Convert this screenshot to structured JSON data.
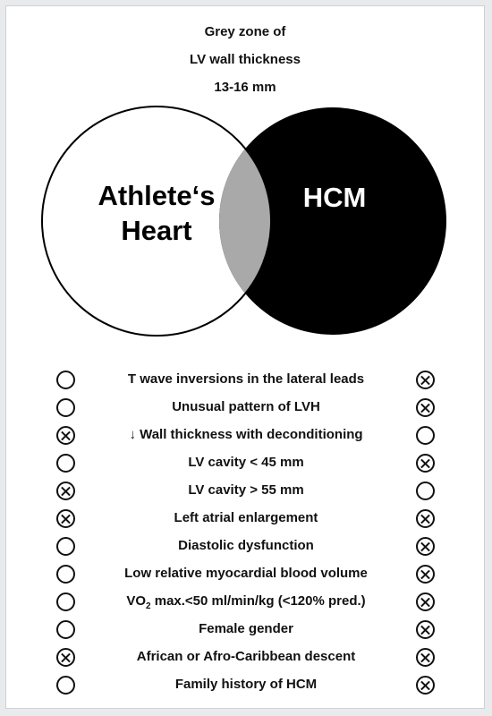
{
  "heading": {
    "line1": "Grey zone of",
    "line2": "LV wall thickness",
    "line3": "13-16 mm"
  },
  "venn": {
    "left_label_line1": "Athlete‘s",
    "left_label_line2": "Heart",
    "right_label": "HCM",
    "colors": {
      "left_fill": "#ffffff",
      "right_fill": "#000000",
      "overlap_fill": "#a9a9a9"
    }
  },
  "criteria": [
    {
      "label": "T wave inversions in the lateral leads",
      "left": "circle",
      "right": "cross"
    },
    {
      "label": "Unusual pattern of LVH",
      "left": "circle",
      "right": "cross"
    },
    {
      "label": "↓ Wall thickness with deconditioning",
      "left": "cross",
      "right": "circle"
    },
    {
      "label": "LV cavity < 45 mm",
      "left": "circle",
      "right": "cross"
    },
    {
      "label": "LV cavity > 55 mm",
      "left": "cross",
      "right": "circle"
    },
    {
      "label": "Left atrial enlargement",
      "left": "cross",
      "right": "cross"
    },
    {
      "label": "Diastolic dysfunction",
      "left": "circle",
      "right": "cross"
    },
    {
      "label": "Low relative myocardial blood volume",
      "left": "circle",
      "right": "cross"
    },
    {
      "label_pre": "VO",
      "label_sub": "2",
      "label_post": " max.<50 ml/min/kg (<120% pred.)",
      "left": "circle",
      "right": "cross"
    },
    {
      "label": "Female gender",
      "left": "circle",
      "right": "cross"
    },
    {
      "label": "African or Afro-Caribbean descent",
      "left": "cross",
      "right": "cross"
    },
    {
      "label": "Family history of HCM",
      "left": "circle",
      "right": "cross"
    }
  ]
}
